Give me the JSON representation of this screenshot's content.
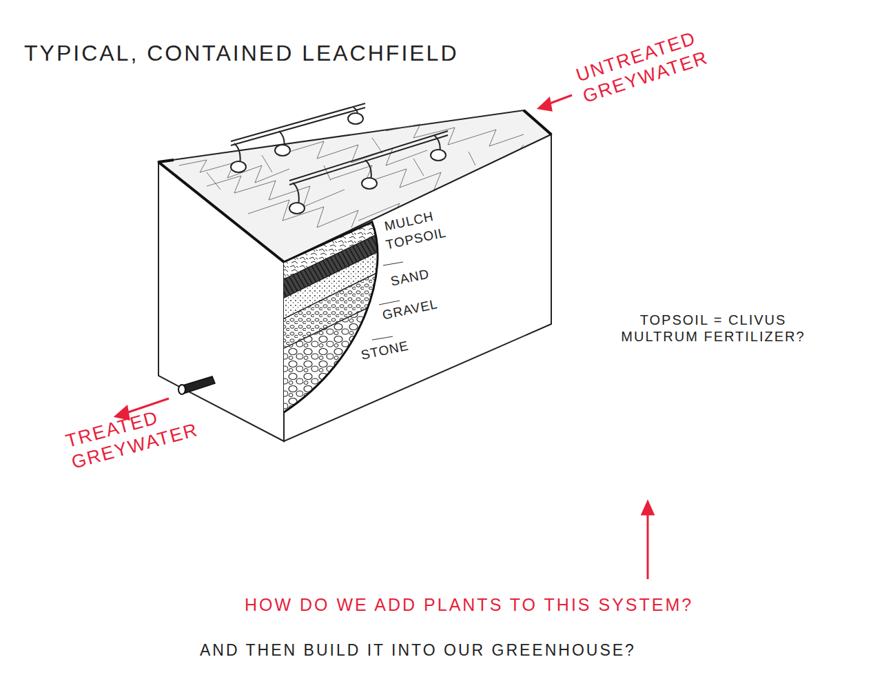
{
  "diagram": {
    "title": "TYPICAL, CONTAINED LEACHFIELD",
    "labels": [
      "UNTREATED GREYWATER",
      "MULCH",
      "TOPSOIL",
      "SAND",
      "GRAVEL",
      "STONE",
      "TOPSOIL = CLIVUS MULTRUM FERTILIZER?",
      "TREATED GREYWATER",
      "HOW DO WE ADD PLANTS TO THIS SYSTEM?",
      "AND THEN BUILD IT INTO OUR GREENHOUSE?"
    ]
  }
}
